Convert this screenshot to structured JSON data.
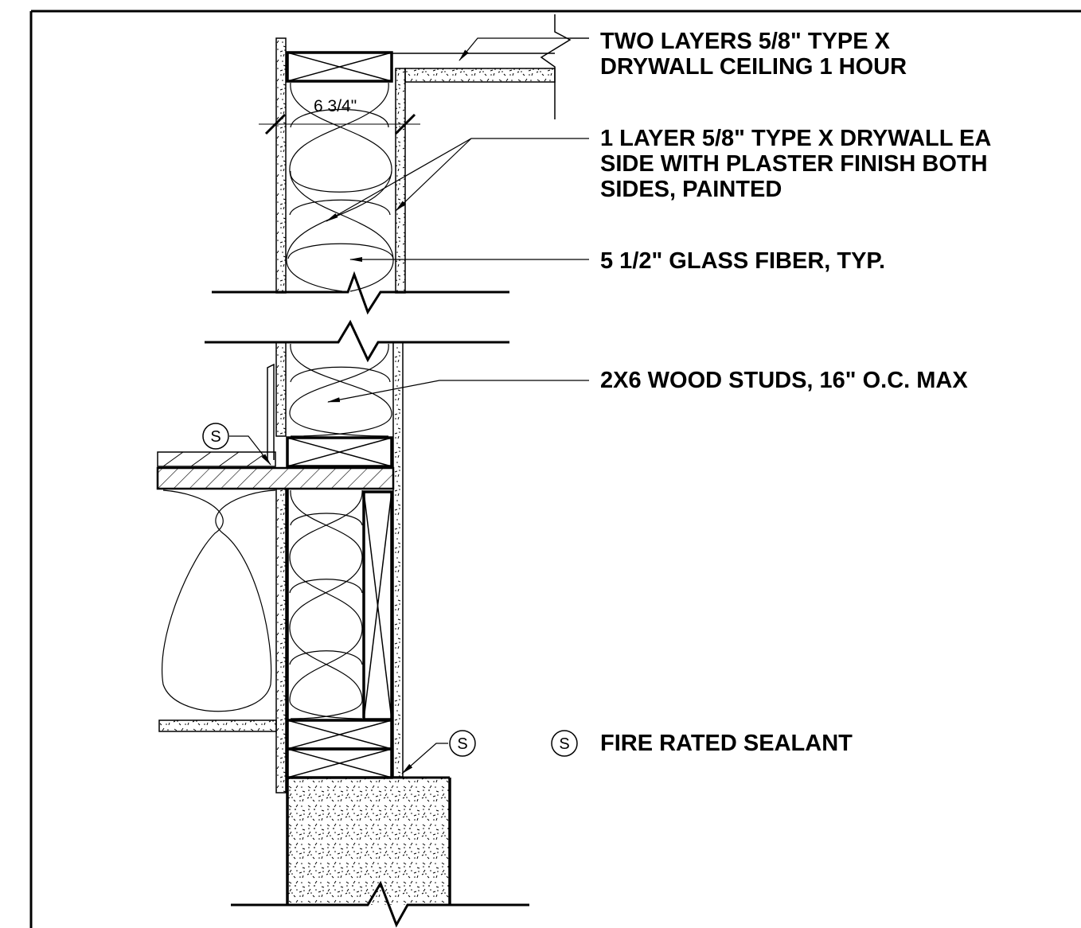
{
  "notes": {
    "ceiling_line1": "TWO LAYERS 5/8\" TYPE X",
    "ceiling_line2": "DRYWALL CEILING 1 HOUR",
    "drywall_line1": "1 LAYER 5/8\" TYPE X DRYWALL EA",
    "drywall_line2": "SIDE WITH PLASTER FINISH BOTH",
    "drywall_line3": "SIDES, PAINTED",
    "insulation": "5 1/2\" GLASS FIBER, TYP.",
    "studs": "2X6 WOOD STUDS, 16\" O.C. MAX",
    "sealant_legend": "FIRE RATED SEALANT"
  },
  "dimension": "6 3/4\"",
  "sealant_symbol": "S",
  "colors": {
    "line": "#000000",
    "background": "#ffffff"
  }
}
